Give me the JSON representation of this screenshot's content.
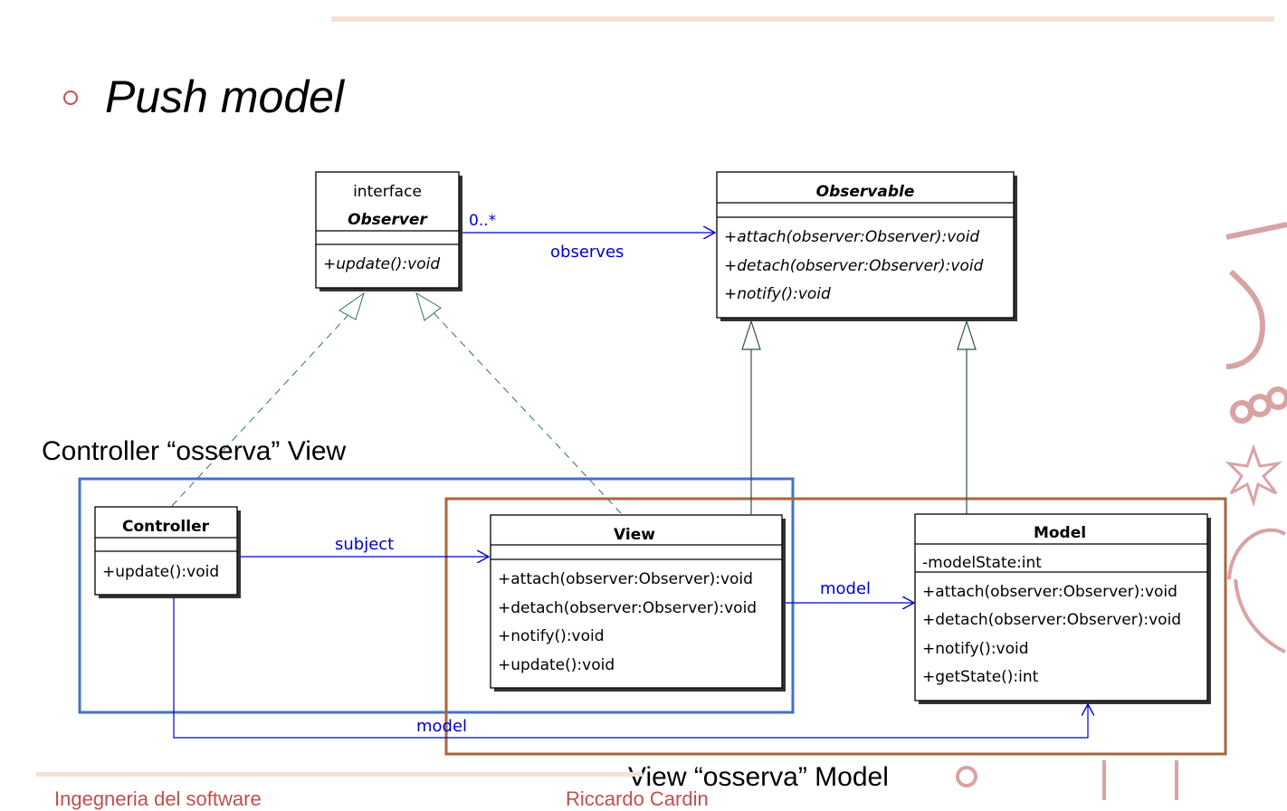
{
  "slide": {
    "title": "Push model",
    "caption_controller": "Controller “osserva” View",
    "caption_view": "View “osserva” Model",
    "footer_left": "Ingegneria del software",
    "footer_mid": "Riccardo Cardin"
  },
  "uml": {
    "observer": {
      "stereotype": "interface",
      "name": "Observer",
      "methods": [
        "+update():void"
      ]
    },
    "observable": {
      "name": "Observable",
      "methods": [
        "+attach(observer:Observer):void",
        "+detach(observer:Observer):void",
        "+notify():void"
      ]
    },
    "controller": {
      "name": "Controller",
      "methods": [
        "+update():void"
      ]
    },
    "view": {
      "name": "View",
      "methods": [
        "+attach(observer:Observer):void",
        "+detach(observer:Observer):void",
        "+notify():void",
        "+update():void"
      ]
    },
    "model": {
      "name": "Model",
      "attributes": [
        "-modelState:int"
      ],
      "methods": [
        "+attach(observer:Observer):void",
        "+detach(observer:Observer):void",
        "+notify():void",
        "+getState():int"
      ]
    },
    "assoc_observes": "observes",
    "assoc_multiplicity": "0..*",
    "assoc_subject": "subject",
    "assoc_model_view": "model",
    "assoc_model_controller": "model"
  },
  "colors": {
    "accent": "#c0504d",
    "link": "#0000cc",
    "generalization": "#2f4f4f",
    "blue_frame": "#4472c4",
    "brown_frame": "#a9663a"
  }
}
